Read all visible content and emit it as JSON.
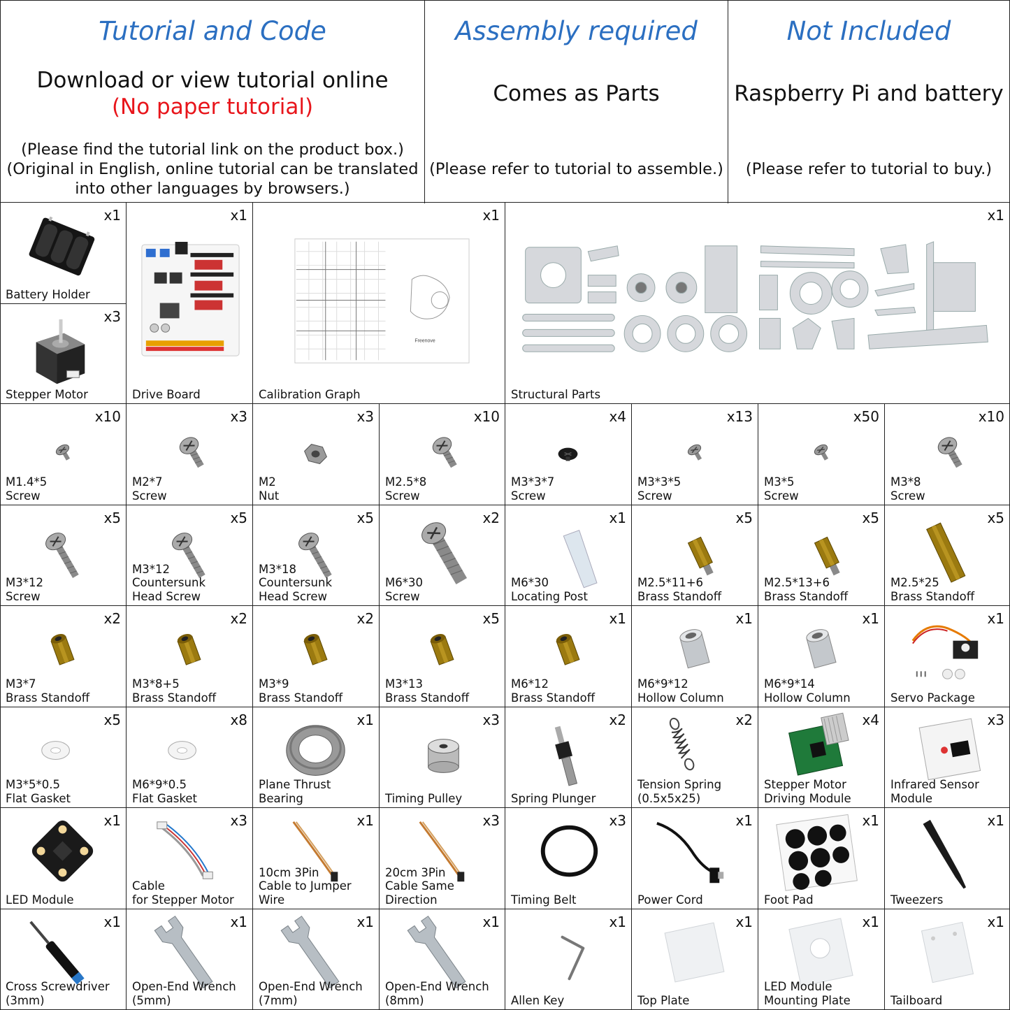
{
  "header": {
    "tutorial": {
      "title": "Tutorial and Code",
      "main": "Download or view tutorial online",
      "note_red": "(No paper tutorial)",
      "note1": "(Please find the tutorial link on the product box.)",
      "note2": "(Original in English, online tutorial can be translated",
      "note3": "into other languages by browsers.)"
    },
    "assembly": {
      "title": "Assembly required",
      "main": "Comes as Parts",
      "note": "(Please refer to tutorial to assemble.)"
    },
    "not_included": {
      "title": "Not Included",
      "main": "Raspberry Pi and battery",
      "note": "(Please refer to tutorial to buy.)"
    }
  },
  "parts_top": {
    "battery_holder": {
      "qty": "x1",
      "name": "Battery Holder"
    },
    "stepper_motor": {
      "qty": "x3",
      "name": "Stepper Motor"
    },
    "drive_board": {
      "qty": "x1",
      "name": "Drive Board"
    },
    "calibration_graph": {
      "qty": "x1",
      "name": "Calibration Graph"
    },
    "structural_parts": {
      "qty": "x1",
      "name": "Structural Parts"
    }
  },
  "parts": [
    {
      "qty": "x10",
      "l1": "M1.4*5",
      "l2": "Screw",
      "icon": "screw-small-icon"
    },
    {
      "qty": "x3",
      "l1": "M2*7",
      "l2": "Screw",
      "icon": "screw-icon"
    },
    {
      "qty": "x3",
      "l1": "M2",
      "l2": "Nut",
      "icon": "nut-icon"
    },
    {
      "qty": "x10",
      "l1": "M2.5*8",
      "l2": "Screw",
      "icon": "screw-icon"
    },
    {
      "qty": "x4",
      "l1": "M3*3*7",
      "l2": "Screw",
      "icon": "black-screw-icon"
    },
    {
      "qty": "x13",
      "l1": "M3*3*5",
      "l2": "Screw",
      "icon": "screw-small-icon"
    },
    {
      "qty": "x50",
      "l1": "M3*5",
      "l2": "Screw",
      "icon": "screw-small-icon"
    },
    {
      "qty": "x10",
      "l1": "M3*8",
      "l2": "Screw",
      "icon": "screw-icon"
    },
    {
      "qty": "x5",
      "l1": "M3*12",
      "l2": "Screw",
      "icon": "screw-long-icon"
    },
    {
      "qty": "x5",
      "l1": "M3*12",
      "l2": "Countersunk",
      "l3": "Head Screw",
      "icon": "screw-long-icon"
    },
    {
      "qty": "x5",
      "l1": "M3*18",
      "l2": "Countersunk",
      "l3": "Head Screw",
      "icon": "screw-long-icon"
    },
    {
      "qty": "x2",
      "l1": "M6*30",
      "l2": "Screw",
      "icon": "screw-big-icon"
    },
    {
      "qty": "x1",
      "l1": "M6*30",
      "l2": "Locating Post",
      "icon": "locating-post-icon"
    },
    {
      "qty": "x5",
      "l1": "M2.5*11+6",
      "l2": "Brass Standoff",
      "icon": "brass-standoff-icon"
    },
    {
      "qty": "x5",
      "l1": "M2.5*13+6",
      "l2": "Brass Standoff",
      "icon": "brass-standoff-icon"
    },
    {
      "qty": "x5",
      "l1": "M2.5*25",
      "l2": "Brass Standoff",
      "icon": "brass-long-standoff-icon"
    },
    {
      "qty": "x2",
      "l1": "M3*7",
      "l2": "Brass Standoff",
      "icon": "brass-hex-icon"
    },
    {
      "qty": "x2",
      "l1": "M3*8+5",
      "l2": "Brass Standoff",
      "icon": "brass-hex-icon"
    },
    {
      "qty": "x2",
      "l1": "M3*9",
      "l2": "Brass Standoff",
      "icon": "brass-hex-icon"
    },
    {
      "qty": "x5",
      "l1": "M3*13",
      "l2": "Brass Standoff",
      "icon": "brass-hex-icon"
    },
    {
      "qty": "x1",
      "l1": "M6*12",
      "l2": "Brass Standoff",
      "icon": "brass-hex-icon"
    },
    {
      "qty": "x1",
      "l1": "M6*9*12",
      "l2": "Hollow Column",
      "icon": "hollow-column-icon"
    },
    {
      "qty": "x1",
      "l1": "M6*9*14",
      "l2": "Hollow Column",
      "icon": "hollow-column-icon"
    },
    {
      "qty": "x1",
      "l1": "Servo Package",
      "icon": "servo-icon"
    },
    {
      "qty": "x5",
      "l1": "M3*5*0.5",
      "l2": "Flat Gasket",
      "icon": "gasket-icon"
    },
    {
      "qty": "x8",
      "l1": "M6*9*0.5",
      "l2": "Flat Gasket",
      "icon": "gasket-icon"
    },
    {
      "qty": "x1",
      "l1": "Plane Thrust Bearing",
      "icon": "bearing-icon"
    },
    {
      "qty": "x3",
      "l1": "Timing Pulley",
      "icon": "pulley-icon"
    },
    {
      "qty": "x2",
      "l1": "Spring Plunger",
      "icon": "plunger-icon"
    },
    {
      "qty": "x2",
      "l1": "Tension Spring",
      "l2": "(0.5x5x25)",
      "icon": "spring-icon"
    },
    {
      "qty": "x4",
      "l1": "Stepper Motor",
      "l2": "Driving Module",
      "icon": "driver-module-icon"
    },
    {
      "qty": "x3",
      "l1": "Infrared Sensor",
      "l2": "Module",
      "icon": "ir-sensor-icon"
    },
    {
      "qty": "x1",
      "l1": "LED Module",
      "icon": "led-module-icon"
    },
    {
      "qty": "x3",
      "l1": "Cable",
      "l2": "for Stepper Motor",
      "icon": "cable-icon"
    },
    {
      "qty": "x1",
      "l1": "10cm 3Pin",
      "l2": "Cable to Jumper Wire",
      "icon": "jumper-cable-icon"
    },
    {
      "qty": "x3",
      "l1": "20cm 3Pin",
      "l2": "Cable Same Direction",
      "icon": "jumper-cable-icon"
    },
    {
      "qty": "x3",
      "l1": "Timing Belt",
      "icon": "belt-icon"
    },
    {
      "qty": "x1",
      "l1": "Power Cord",
      "icon": "power-cord-icon"
    },
    {
      "qty": "x1",
      "l1": "Foot Pad",
      "icon": "foot-pad-icon"
    },
    {
      "qty": "x1",
      "l1": "Tweezers",
      "icon": "tweezers-icon"
    },
    {
      "qty": "x1",
      "l1": "Cross Screwdriver",
      "l2": "(3mm)",
      "icon": "screwdriver-icon"
    },
    {
      "qty": "x1",
      "l1": "Open-End Wrench",
      "l2": "(5mm)",
      "icon": "wrench-icon"
    },
    {
      "qty": "x1",
      "l1": "Open-End Wrench",
      "l2": "(7mm)",
      "icon": "wrench-icon"
    },
    {
      "qty": "x1",
      "l1": "Open-End Wrench",
      "l2": "(8mm)",
      "icon": "wrench-icon"
    },
    {
      "qty": "x1",
      "l1": "Allen Key",
      "icon": "allen-key-icon"
    },
    {
      "qty": "x1",
      "l1": "Top Plate",
      "icon": "plate-icon"
    },
    {
      "qty": "x1",
      "l1": "LED Module",
      "l2": "Mounting Plate",
      "icon": "led-plate-icon"
    },
    {
      "qty": "x1",
      "l1": "Tailboard",
      "icon": "tailboard-icon"
    }
  ]
}
